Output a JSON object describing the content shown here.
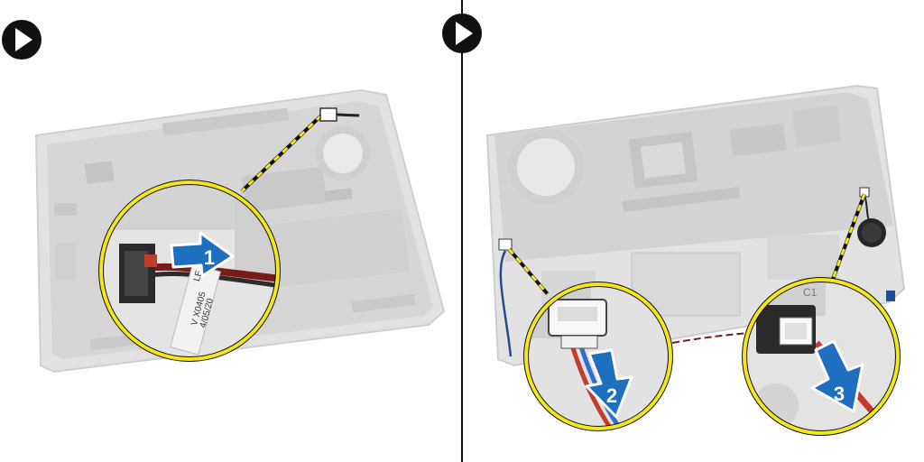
{
  "panels": [
    {
      "step_icon": "play-circle-icon"
    },
    {
      "step_icon": "play-circle-icon"
    }
  ],
  "callouts": [
    {
      "step": "1",
      "label_fragments": [
        "LE",
        "V X0405",
        "4/05/20"
      ]
    },
    {
      "step": "2"
    },
    {
      "step": "3",
      "label_fragments": [
        "C1"
      ]
    }
  ],
  "colors": {
    "highlight_ring": "#f4e61c",
    "arrow": "#1f6fc1",
    "chassis": "#dcdcdc",
    "icon": "#111111"
  }
}
